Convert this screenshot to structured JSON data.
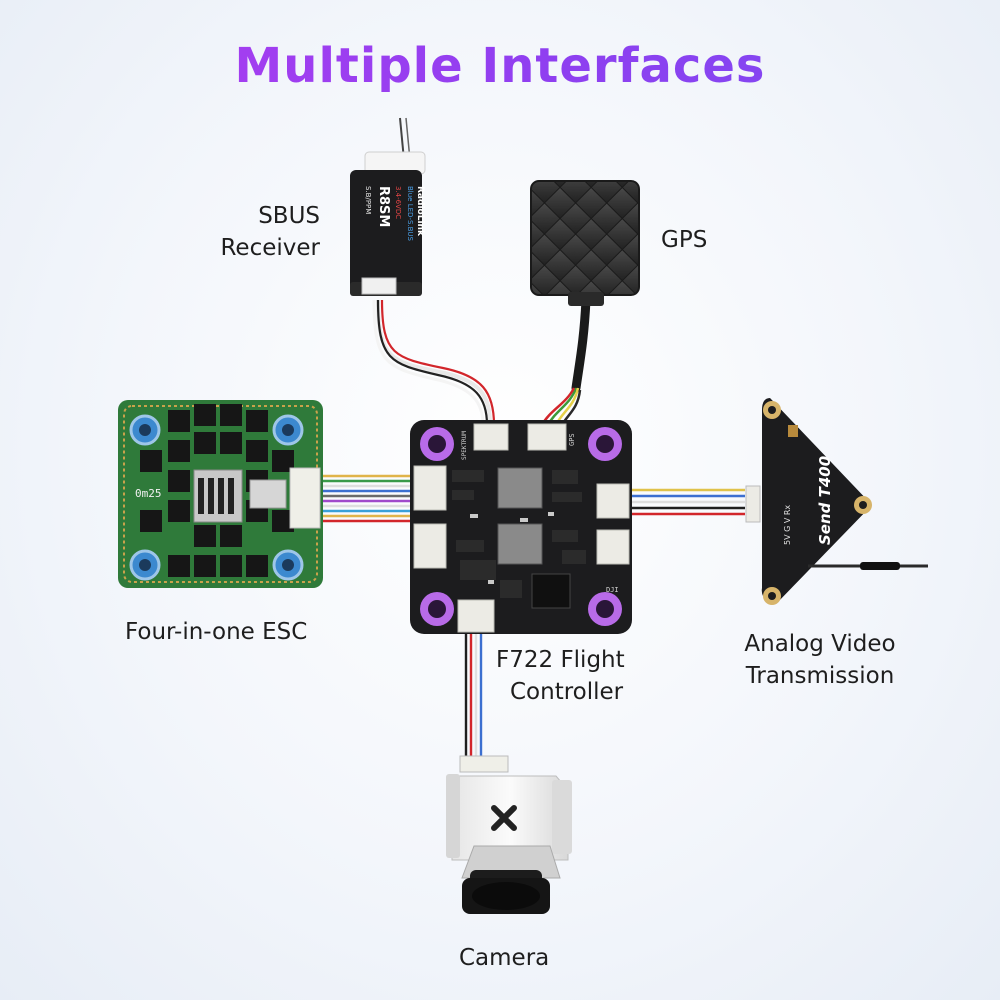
{
  "title": "Multiple Interfaces",
  "labels": {
    "receiver_line1": "SBUS",
    "receiver_line2": "Receiver",
    "gps": "GPS",
    "esc": "Four-in-one ESC",
    "fc_line1": "F722 Flight",
    "fc_line2": "Controller",
    "vtx_line1": "Analog Video",
    "vtx_line2": "Transmission",
    "camera": "Camera"
  },
  "receiver_markings": {
    "model": "R8SM",
    "brand": "RadioLink",
    "voltage": "3.4-6VDC",
    "mode": "S.B/PPM",
    "led": "Blue LED-S.BUS"
  },
  "esc_marking": "0m25",
  "fc_markings": {
    "spektrum": "SPEKTRUM",
    "gps": "GPS",
    "dji": "DJI"
  },
  "vtx_markings": {
    "brand": "Send T400",
    "pins": "5V G V Rx"
  },
  "colors": {
    "title_start": "#b13ef0",
    "title_end": "#7b4cf2",
    "pcb_black": "#1c1c1e",
    "pcb_green": "#2f7a3a",
    "mount_purple": "#b86be8",
    "mount_blue": "#3c89cf",
    "connector_white": "#ecebe5",
    "camera_white": "#f2f2f2"
  }
}
